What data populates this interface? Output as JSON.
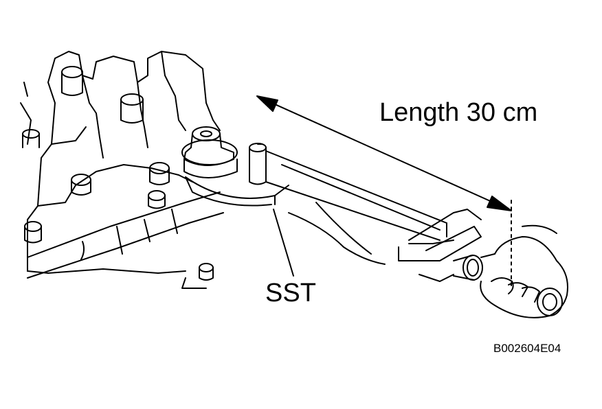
{
  "labels": {
    "length": "Length 30 cm",
    "tool": "SST",
    "figure_code": "B002604E04"
  },
  "colors": {
    "ink": "#000000",
    "background": "#ffffff"
  }
}
